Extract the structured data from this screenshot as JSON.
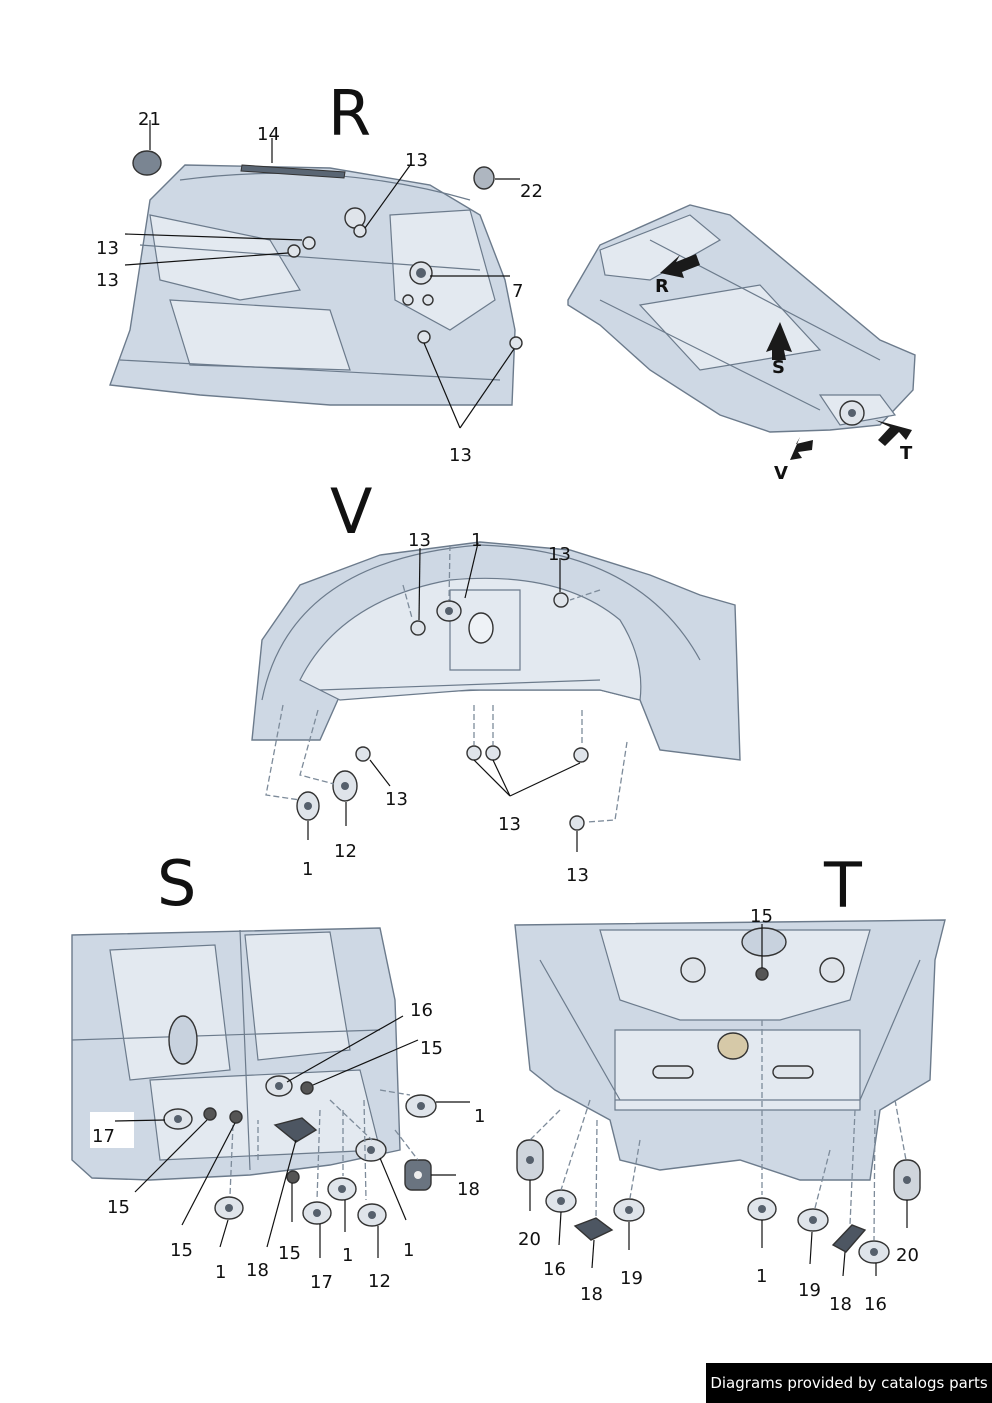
{
  "sections": {
    "R": "R",
    "V": "V",
    "S": "S",
    "T": "T"
  },
  "overview": {
    "arrow_R": "R",
    "arrow_S": "S",
    "arrow_V": "V",
    "arrow_T": "T"
  },
  "callouts": {
    "r21": "21",
    "r14": "14",
    "r13a": "13",
    "r22": "22",
    "r13b": "13",
    "r13c": "13",
    "r7": "7",
    "r13d": "13",
    "v13a": "13",
    "v1a": "1",
    "v13b": "13",
    "v13c": "13",
    "v1b": "1",
    "v12": "12",
    "v13d": "13",
    "v13e": "13",
    "s16": "16",
    "s15a": "15",
    "s1a": "1",
    "s17a": "17",
    "s18a": "18",
    "s15b": "15",
    "s15c": "15",
    "s1b": "1",
    "s18b": "18",
    "s15d": "15",
    "s17b": "17",
    "s1c": "1",
    "s12": "12",
    "s1d": "1",
    "t15": "15",
    "t20a": "20",
    "t16a": "16",
    "t18a": "18",
    "t19a": "19",
    "t1": "1",
    "t19b": "19",
    "t18b": "18",
    "t16b": "16",
    "t20b": "20"
  },
  "footer": "Diagrams provided by catalogs parts"
}
